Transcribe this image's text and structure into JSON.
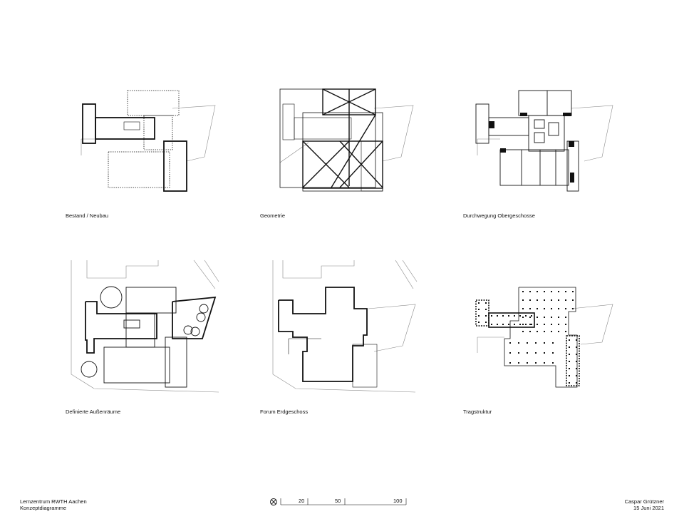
{
  "diagrams": [
    {
      "caption": "Bestand / Neubau"
    },
    {
      "caption": "Geometrie"
    },
    {
      "caption": "Durchwegung Obergeschosse"
    },
    {
      "caption": "Definierte Außenräume"
    },
    {
      "caption": "Forum Erdgeschoss"
    },
    {
      "caption": "Tragstruktur"
    }
  ],
  "footer": {
    "project_title": "Lernzentrum RWTH Aachen",
    "project_subtitle": "Konzeptdiagramme",
    "author": "Caspar Grützner",
    "date": "15 Juni 2021"
  },
  "scale_bar": {
    "ticks": [
      "20",
      "50",
      "100"
    ],
    "icon": "north-arrow-icon"
  }
}
